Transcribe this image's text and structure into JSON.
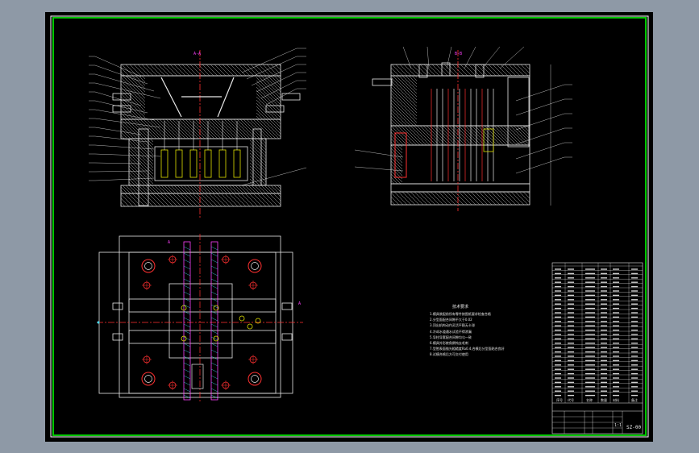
{
  "colors": {
    "app_background": "#8e99a6",
    "canvas_background": "#000000",
    "frame_outer": "#ffffff",
    "frame_border": "#00c800",
    "line_white": "#e8e8e8",
    "line_red": "#ff3030",
    "line_yellow": "#e0e000",
    "line_magenta": "#ff40ff",
    "line_cyan": "#40e0ff",
    "hatch": "#c8c8c8"
  },
  "drawing": {
    "view_top_left_label": "A-A",
    "view_top_right_label": "B-B",
    "plan_marker_left": "A",
    "plan_marker_right": "A"
  },
  "technical_notes": {
    "title": "技术要求",
    "lines": [
      "1.模具装配前所有零件按图纸要求检查合格",
      "2.分型面配合间隙不大于0.02",
      "3.顶出机构动作灵活平稳无卡滞",
      "4.冷却水道通水试验不得渗漏",
      "5.导柱导套配合间隙均匀一致",
      "6.模具外形棱角倒钝去毛刺",
      "7.型腔表面抛光粗糙度Ra0.4,合模后分型面贴合良好",
      "8.试模合格后方可交付使用"
    ]
  },
  "title_block": {
    "drawing_number": "SZ-00",
    "scale_value": "1:1",
    "part_header": "序号",
    "code_header": "代号",
    "name_header": "名称",
    "qty_header": "数量",
    "material_header": "材料",
    "remark_header": "备注"
  }
}
